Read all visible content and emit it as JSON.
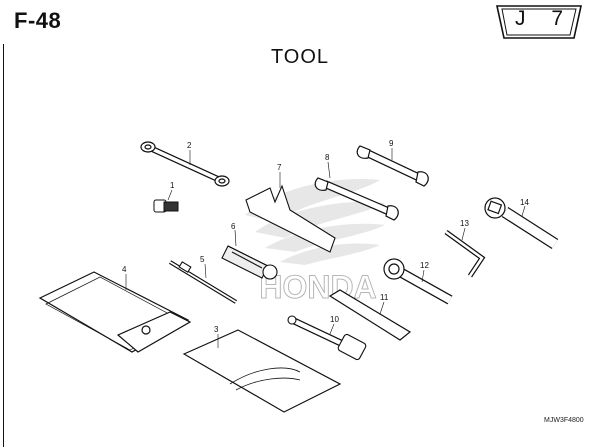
{
  "header": {
    "page_id": "F-48",
    "section_title": "TOOL",
    "badge": "J 7"
  },
  "watermark": {
    "brand": "HONDA"
  },
  "parts": [
    {
      "ref": "1",
      "icon": "bolt-icon"
    },
    {
      "ref": "2",
      "icon": "open-end-wrench-icon"
    },
    {
      "ref": "3",
      "icon": "instruction-manual-icon"
    },
    {
      "ref": "4",
      "icon": "tool-bag-icon"
    },
    {
      "ref": "5",
      "icon": "screwdriver-bit-icon"
    },
    {
      "ref": "6",
      "icon": "screwdriver-handle-icon"
    },
    {
      "ref": "7",
      "icon": "pin-spanner-icon"
    },
    {
      "ref": "8",
      "icon": "open-end-wrench-icon"
    },
    {
      "ref": "9",
      "icon": "open-end-wrench-icon"
    },
    {
      "ref": "10",
      "icon": "spark-plug-wrench-icon"
    },
    {
      "ref": "11",
      "icon": "extension-bar-icon"
    },
    {
      "ref": "12",
      "icon": "ring-wrench-icon"
    },
    {
      "ref": "13",
      "icon": "hex-key-icon"
    },
    {
      "ref": "14",
      "icon": "box-wrench-icon"
    }
  ],
  "diagram_code": "MJW3F4800"
}
